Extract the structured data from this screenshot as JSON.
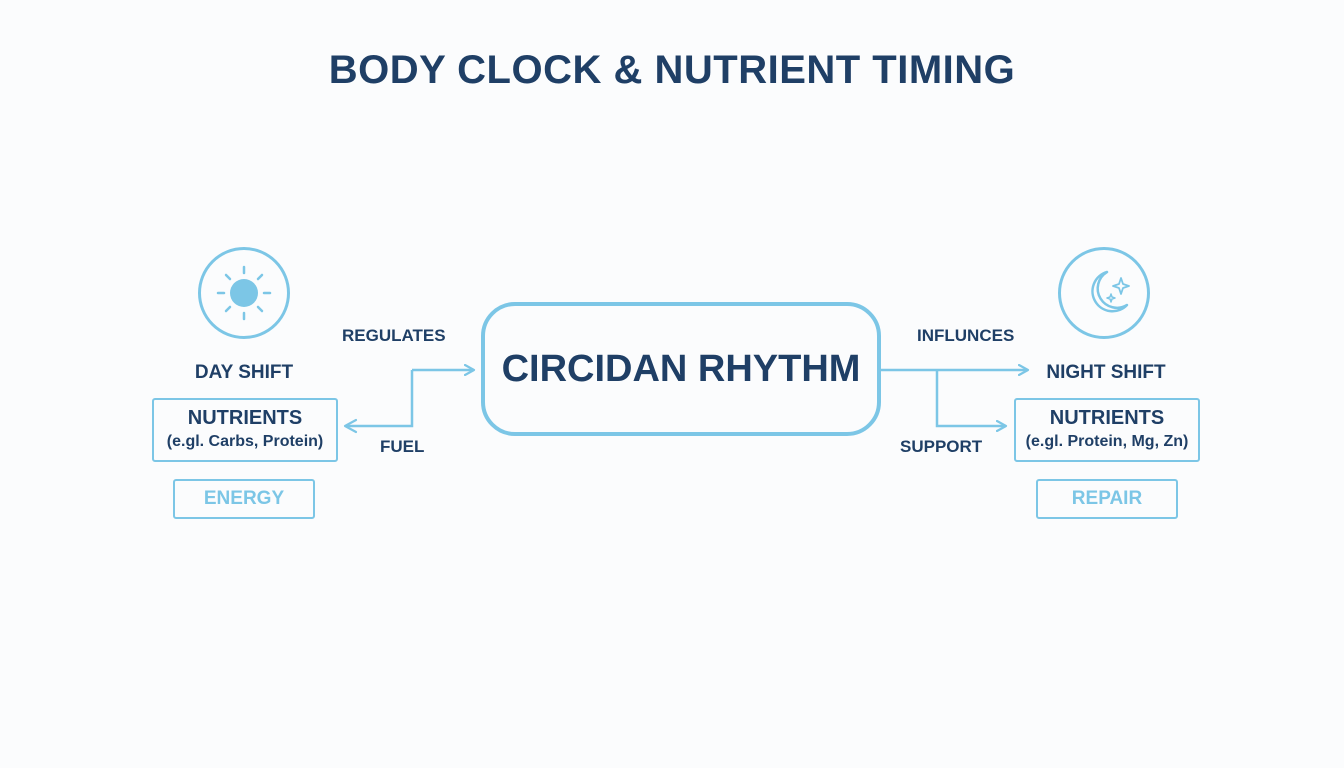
{
  "title": "BODY CLOCK & NUTRIENT TIMING",
  "center": {
    "label": "CIRCIDAN RHYTHM"
  },
  "left": {
    "icon": "sun-icon",
    "shift_label": "DAY SHIFT",
    "nutrients_title": "NUTRIENTS",
    "nutrients_examples": "(e.gl. Carbs, Protein)",
    "outcome": "ENERGY"
  },
  "right": {
    "icon": "moon-stars-icon",
    "shift_label": "NIGHT SHIFT",
    "nutrients_title": "NUTRIENTS",
    "nutrients_examples": "(e.gl. Protein, Mg, Zn)",
    "outcome": "REPAIR"
  },
  "edges": {
    "regulates": "REGULATES",
    "fuel": "FUEL",
    "influnces": "INFLUNCES",
    "support": "SUPPORT"
  },
  "colors": {
    "navy": "#1f3f66",
    "accent": "#7cc6e6",
    "background": "#fbfcfd"
  }
}
